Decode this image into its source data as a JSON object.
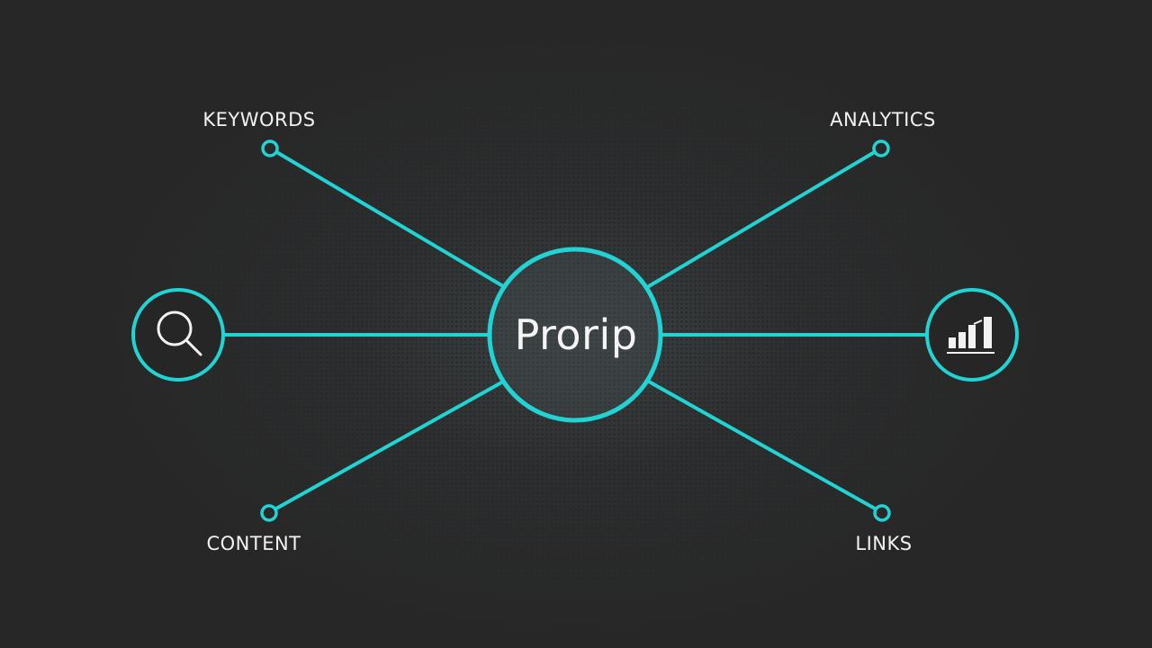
{
  "diagram": {
    "type": "hub-and-spoke",
    "accent_color": "#22d3d3",
    "background_color": "#272727",
    "hub": {
      "label": "Prorip"
    },
    "nodes": [
      {
        "id": "keywords",
        "label": "KEYWORDS",
        "position": "top-left"
      },
      {
        "id": "analytics",
        "label": "ANALYTICS",
        "position": "top-right"
      },
      {
        "id": "content",
        "label": "CONTENT",
        "position": "bottom-left"
      },
      {
        "id": "links",
        "label": "LINKS",
        "position": "bottom-right"
      }
    ],
    "icon_nodes": [
      {
        "id": "search",
        "icon": "search-icon",
        "position": "left"
      },
      {
        "id": "chart",
        "icon": "bar-chart-icon",
        "position": "right"
      }
    ]
  }
}
